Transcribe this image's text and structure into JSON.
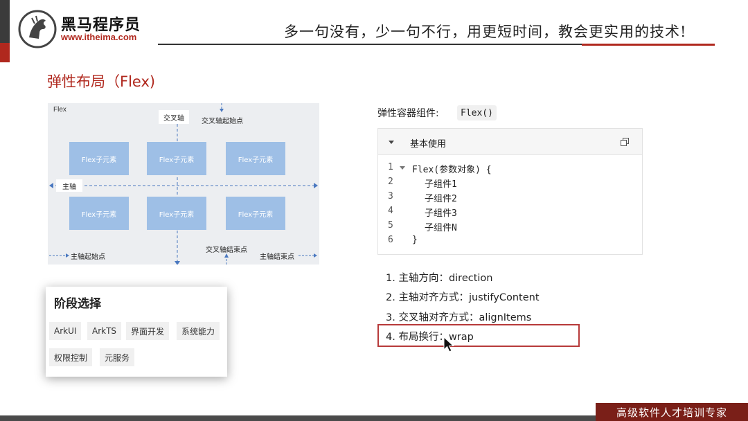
{
  "header": {
    "brand_name": "黑马程序员",
    "brand_url": "www.itheima.com",
    "slogan": "多一句没有，少一句不行，用更短时间，教会更实用的技术!"
  },
  "page_title": "弹性布局（Flex)",
  "diagram": {
    "flex_label": "Flex",
    "cross_axis": "交叉轴",
    "cross_axis_start": "交叉轴起始点",
    "cross_axis_end": "交叉轴结束点",
    "main_axis": "主轴",
    "main_axis_start": "主轴起始点",
    "main_axis_end": "主轴结束点",
    "item_label": "Flex子元素"
  },
  "stage_card": {
    "title": "阶段选择",
    "chips": [
      "ArkUI",
      "ArkTS",
      "界面开发",
      "系统能力",
      "权限控制",
      "元服务"
    ]
  },
  "right": {
    "component_label": "弹性容器组件:",
    "component_code": "Flex()",
    "code_panel_title": "基本使用",
    "code_lines": [
      {
        "n": "1",
        "text": "Flex(参数对象) {"
      },
      {
        "n": "2",
        "text": "子组件1"
      },
      {
        "n": "3",
        "text": "子组件2"
      },
      {
        "n": "4",
        "text": "子组件3"
      },
      {
        "n": "5",
        "text": "子组件N"
      },
      {
        "n": "6",
        "text": "}"
      }
    ],
    "points": [
      "1. 主轴方向：direction",
      "2. 主轴对齐方式：justifyContent",
      "3. 交叉轴对齐方式：alignItems",
      "4. 布局换行：wrap"
    ]
  },
  "footer": {
    "tagline": "高级软件人才培训专家"
  },
  "colors": {
    "accent_red": "#b0281e",
    "item_blue": "#9ebfe6",
    "axis_blue": "#4a78c0"
  }
}
